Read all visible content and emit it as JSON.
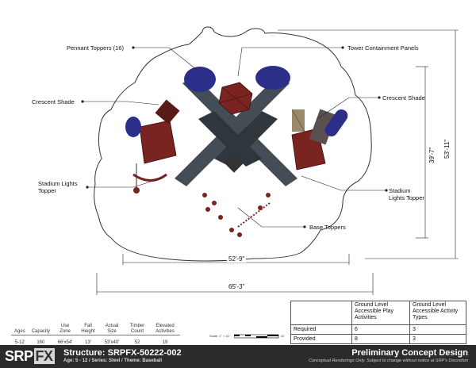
{
  "callouts": {
    "pennant": "Pennant Toppers (16)",
    "tower_panels": "Tower Containment Panels",
    "crescent_left": "Crescent Shade",
    "crescent_right": "Crescent Shade",
    "stadium_left_1": "Stadium Lights",
    "stadium_left_2": "Topper",
    "stadium_right_1": "Stadium",
    "stadium_right_2": "Lights Topper",
    "base_toppers": "Base Toppers"
  },
  "dimensions": {
    "inner_width": "52'-9\"",
    "outer_width": "65'-3\"",
    "inner_height": "39'-7\"",
    "outer_height": "53'-11\""
  },
  "specs": {
    "headers": [
      "Ages",
      "Capacity",
      "Use Zone",
      "Fall Height",
      "Actual Size",
      "Timber Count",
      "Elevated Activities"
    ],
    "values": [
      "5-12",
      "160",
      "66'x54'",
      "13'",
      "53'x40'",
      "52",
      "19"
    ]
  },
  "accessibility": {
    "col1": "Ground Level Accessible Play Activities",
    "col2": "Ground Level Accessible Activity Types",
    "rows": [
      {
        "label": "Required",
        "play": "6",
        "types": "3"
      },
      {
        "label": "Provided",
        "play": "8",
        "types": "3"
      }
    ]
  },
  "scale": {
    "label": "Scale: 1\" = 10'",
    "end": "10"
  },
  "footer": {
    "logo_a": "SRP",
    "logo_b": "FX",
    "title": "Structure: SRPFX-50222-002",
    "subtitle": "Age: 5 - 12 / Series: Steel / Theme: Baseball",
    "right_title": "Preliminary Concept Design",
    "right_sub": "Conceptual Renderings Only. Subject to change without notice at SRP's Discretion"
  },
  "colors": {
    "roof_blue": "#2c2f8a",
    "deck_red": "#7a2421",
    "steel_gray": "#444d55",
    "footer_bg": "#2b2b2b"
  }
}
